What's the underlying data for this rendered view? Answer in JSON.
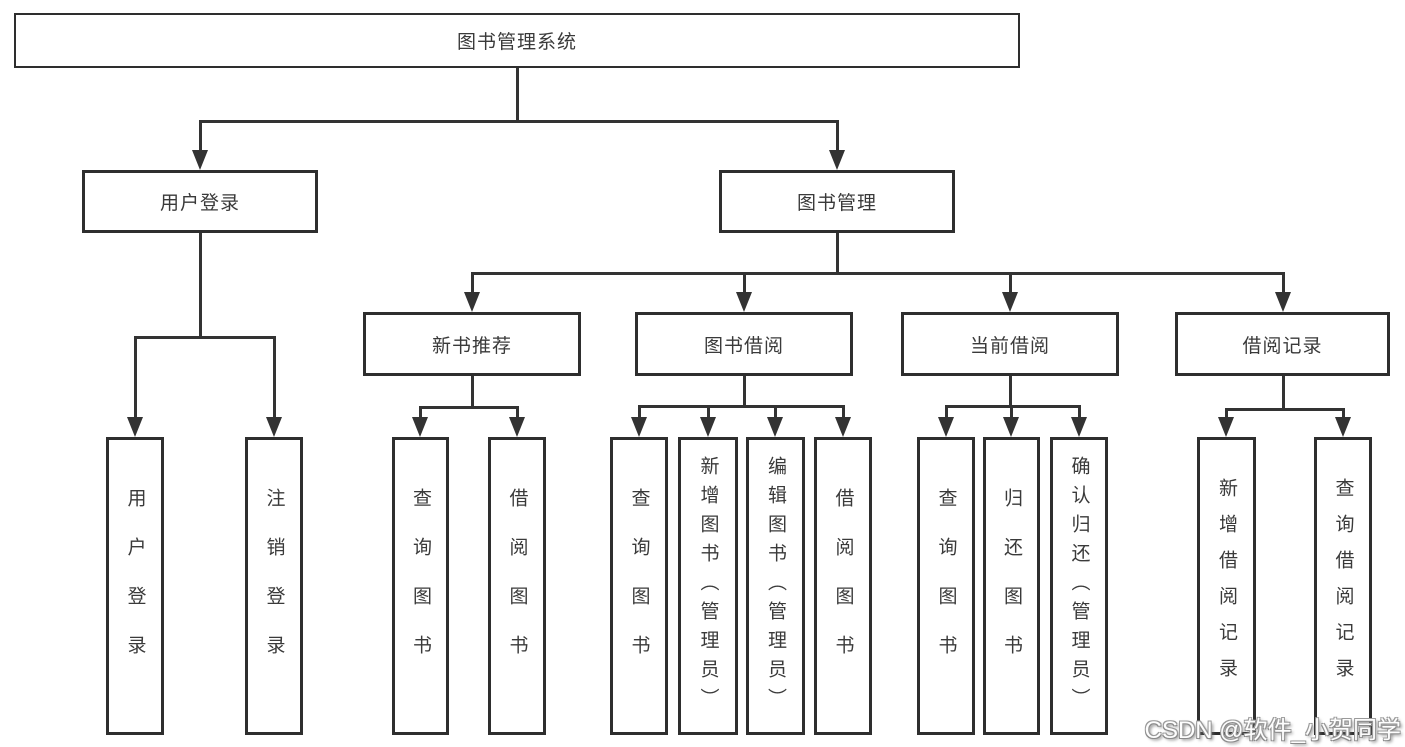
{
  "tree": {
    "label": "图书管理系统",
    "children": [
      {
        "label": "用户登录",
        "children": [
          {
            "label": "用户登录"
          },
          {
            "label": "注销登录"
          }
        ]
      },
      {
        "label": "图书管理",
        "children": [
          {
            "label": "新书推荐",
            "children": [
              {
                "label": "查询图书"
              },
              {
                "label": "借阅图书"
              }
            ]
          },
          {
            "label": "图书借阅",
            "children": [
              {
                "label": "查询图书"
              },
              {
                "label": "新增图书（管理员）"
              },
              {
                "label": "编辑图书（管理员）"
              },
              {
                "label": "借阅图书"
              }
            ]
          },
          {
            "label": "当前借阅",
            "children": [
              {
                "label": "查询图书"
              },
              {
                "label": "归还图书"
              },
              {
                "label": "确认归还（管理员）"
              }
            ]
          },
          {
            "label": "借阅记录",
            "children": [
              {
                "label": "新增借阅记录"
              },
              {
                "label": "查询借阅记录"
              }
            ]
          }
        ]
      }
    ]
  },
  "watermark": {
    "text": "CSDN @软件_小贺同学"
  },
  "colors": {
    "line": "#333333",
    "text": "#3a3a3a",
    "background": "#ffffff",
    "watermark_fill": "#fdfdfd",
    "watermark_shadow": "#8a8a8a"
  }
}
